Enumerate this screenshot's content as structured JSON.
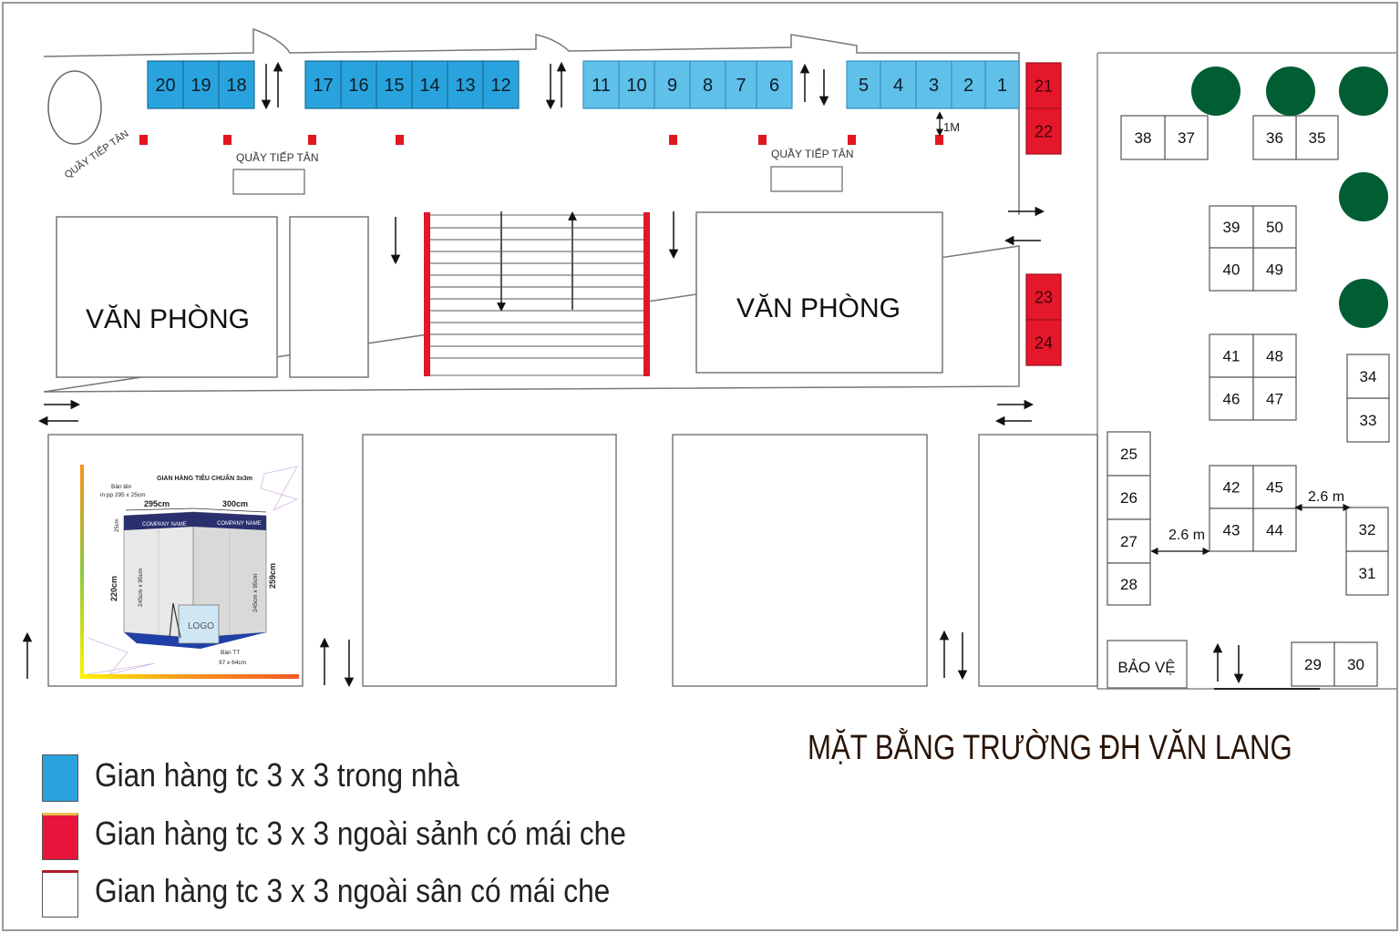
{
  "title": "MẶT BẰNG TRƯỜNG ĐH VĂN LANG",
  "colors": {
    "indoor": "#29a3dd",
    "indoor_light": "#5fc0ea",
    "covered_hall": "#e5172b",
    "outdoor": "#ffffff",
    "tree": "#005d34",
    "marker": "#e1161e"
  },
  "legend": [
    {
      "color": "#29a3dd",
      "label": "Gian hàng tc 3 x 3 trong nhà"
    },
    {
      "color": "#e8143c",
      "label": "Gian hàng tc 3 x 3 ngoài sảnh có mái che"
    },
    {
      "color": "#ffffff",
      "label": "Gian hàng tc 3 x 3 ngoài sân có mái che"
    }
  ],
  "labels": {
    "office_left": "VĂN PHÒNG",
    "office_right": "VĂN PHÒNG",
    "reception_1": "QUẦY TIẾP TÂN",
    "reception_2": "QUẦY TIẾP TÂN",
    "reception_3": "QUẦY TIẾP TÂN",
    "security": "BẢO VỆ",
    "gap_1m": "1M",
    "gap_left": "2.6 m",
    "gap_right": "2.6 m"
  },
  "booths": {
    "indoor": [
      "20",
      "19",
      "18",
      "17",
      "16",
      "15",
      "14",
      "13",
      "12",
      "11",
      "10",
      "9",
      "8",
      "7",
      "6",
      "5",
      "4",
      "3",
      "2",
      "1"
    ],
    "covered_hall": [
      "21",
      "22",
      "23",
      "24"
    ],
    "outdoor": [
      "25",
      "26",
      "27",
      "28",
      "29",
      "30",
      "31",
      "32",
      "33",
      "34",
      "35",
      "36",
      "37",
      "38",
      "39",
      "40",
      "41",
      "42",
      "43",
      "44",
      "45",
      "46",
      "47",
      "48",
      "49",
      "50"
    ]
  },
  "booth_sample": {
    "title": "GIAN HÀNG TIÊU CHUẨN 3x3m",
    "name_board": "Bản tên",
    "name_board_size": "in pp 295 x 25cm",
    "width_left": "295cm",
    "width_right": "300cm",
    "height_outer": "220cm",
    "height_right": "259cm",
    "panel_left": "245cm x 95cm",
    "panel_right": "245cm x 95cm",
    "top_band": "25cm",
    "company_left": "COMPANY NAME",
    "company_right": "COMPANY NAME",
    "logo": "LOGO",
    "desk": "Bàn TT",
    "desk_size": "97 x 64cm"
  }
}
